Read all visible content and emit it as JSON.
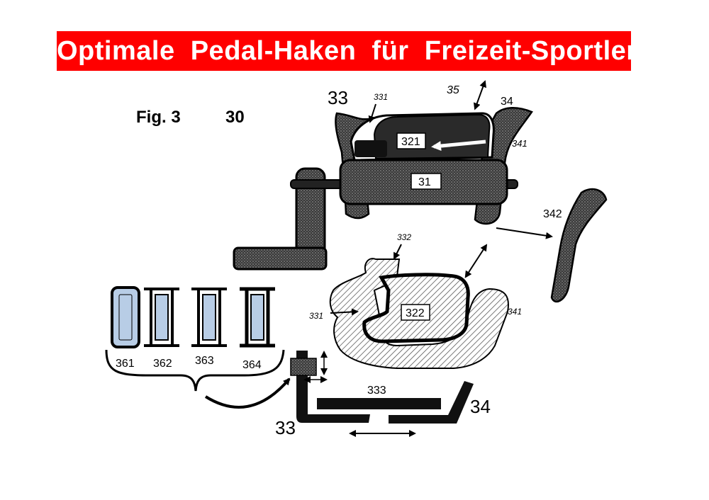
{
  "title": "Optimale  Pedal-Haken  für  Freizeit-Sportler",
  "figure": {
    "fig_label": "Fig. 3",
    "number": "30"
  },
  "labels": {
    "l33_top": "33",
    "l331_top": "331",
    "l35": "35",
    "l34_top": "34",
    "l321": "321",
    "l341_top": "341",
    "l31": "31",
    "l342": "342",
    "l332": "332",
    "l331_mid": "331",
    "l322": "322",
    "l341_mid": "341",
    "l361": "361",
    "l362": "362",
    "l363": "363",
    "l364": "364",
    "l333": "333",
    "l34_bottom": "34",
    "l33_bottom": "33"
  },
  "colors": {
    "banner": "#ff0000",
    "banner_text": "#ffffff",
    "cleat_fill": "#b8cde6",
    "dark": "#1a1a1a"
  }
}
